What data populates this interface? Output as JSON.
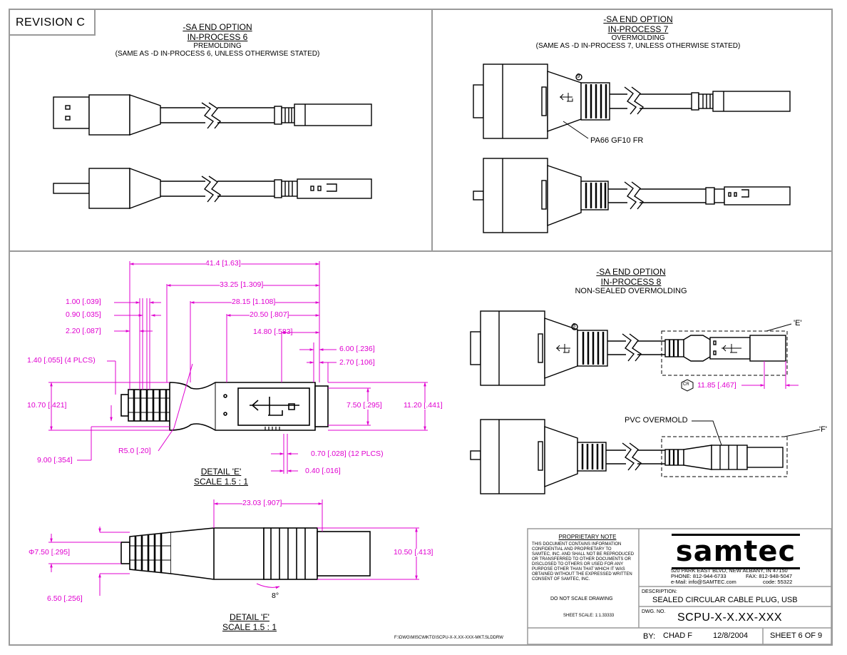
{
  "revision": "REVISION C",
  "sections": {
    "ip6": {
      "title": "-SA END OPTION",
      "subtitle": "IN-PROCESS 6",
      "line3": "PREMOLDING",
      "line4": "(SAME AS -D IN-PROCESS 6, UNLESS OTHERWISE STATED)"
    },
    "ip7": {
      "title": "-SA END OPTION",
      "subtitle": "IN-PROCESS 7",
      "line3": "OVERMOLDING",
      "line4": "(SAME AS -D IN-PROCESS 7, UNLESS OTHERWISE STATED)",
      "material": "PA66 GF10 FR",
      "balloon": "9"
    },
    "ip8": {
      "title": "-SA END OPTION",
      "subtitle": "IN-PROCESS 8",
      "line3": "NON-SEALED OVERMOLDING",
      "detail_e_ref": "'E'",
      "detail_f_ref": "'F'",
      "pvc": "PVC OVERMOLD",
      "cr_symbol": "CR",
      "dim_1185": "11.85 [.467]",
      "balloon": "8"
    }
  },
  "detail_e": {
    "title": "DETAIL 'E'",
    "scale": "SCALE 1.5 : 1",
    "dims": {
      "d414": "41.4 [1.63]",
      "d3325": "33.25 [1.309]",
      "d2815": "28.15 [1.108]",
      "d2050": "20.50 [.807]",
      "d1480": "14.80 [.583]",
      "d100": "1.00 [.039]",
      "d090": "0.90 [.035]",
      "d220": "2.20 [.087]",
      "d140": "1.40 [.055]  (4 PLCS)",
      "d1070": "10.70 [.421]",
      "d900": "9.00 [.354]",
      "r50": "R5.0 [.20]",
      "d600": "6.00 [.236]",
      "d270": "2.70 [.106]",
      "d750": "7.50 [.295]",
      "d1120": "11.20 [.441]",
      "d070": "0.70 [.028]  (12 PLCS)",
      "d040": "0.40 [.016]"
    }
  },
  "detail_f": {
    "title": "DETAIL 'F'",
    "scale": "SCALE 1.5 : 1",
    "dims": {
      "d2303": "23.03 [.907]",
      "phi750": "Φ7.50 [.295]",
      "d650": "6.50 [.256]",
      "d1050": "10.50 [.413]",
      "angle": "8°"
    }
  },
  "file_path": "F:\\DWG\\MISC\\MKTG\\SCPU-X-X.XX-XXX-MKT.SLDDRW",
  "title_block": {
    "proprietary_title": "PROPRIETARY NOTE",
    "proprietary_text": [
      "THIS DOCUMENT CONTAINS INFORMATION",
      "CONFIDENTIAL AND PROPRIETARY TO",
      "SAMTEC, INC. AND SHALL NOT BE REPRODUCED",
      "OR TRANSFERRED TO OTHER DOCUMENTS OR",
      "DISCLOSED TO OTHERS OR USED FOR ANY",
      "PURPOSE OTHER THAN THAT WHICH IT WAS",
      "OBTAINED WITHOUT THE EXPRESSED WRITTEN",
      "CONSENT OF SAMTEC, INC."
    ],
    "do_not_scale": "DO NOT SCALE DRAWING",
    "sheet_scale": "SHEET SCALE: 1:1.33333",
    "logo": "samtec",
    "address": "520 PARK EAST BLVD, NEW ALBANY, IN 47150",
    "phone": "PHONE: 812-944-6733",
    "fax": "FAX: 812-948-5047",
    "email": "e-Mail: info@SAMTEC.com",
    "code": "code: 55322",
    "description_label": "DESCRIPTION:",
    "description": "SEALED CIRCULAR CABLE PLUG, USB",
    "dwg_label": "DWG. NO.",
    "dwg_no": "SCPU-X-X.XX-XXX",
    "by_label": "BY:",
    "by": "CHAD F",
    "date": "12/8/2004",
    "sheet": "SHEET 6 OF 9"
  },
  "colors": {
    "dimension": "#e000d0",
    "line": "#000000",
    "frame": "#9a9a9a"
  }
}
